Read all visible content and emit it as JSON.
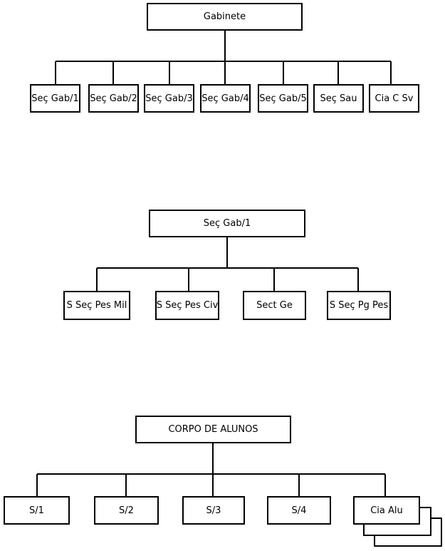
{
  "charts": [
    {
      "root": "Gabinete",
      "children": [
        "Seç Gab/1",
        "Seç Gab/2",
        "Seç Gab/3",
        "Seç Gab/4",
        "Seç Gab/5",
        "Seç Sau",
        "Cia C Sv"
      ]
    },
    {
      "root": "Seç Gab/1",
      "children": [
        "S Seç Pes Mil",
        "S Seç Pes Civ",
        "Sect Ge",
        "S Seç Pg Pes"
      ]
    },
    {
      "root": "CORPO DE ALUNOS",
      "children": [
        "S/1",
        "S/2",
        "S/3",
        "S/4",
        "Cia Alu"
      ]
    }
  ]
}
